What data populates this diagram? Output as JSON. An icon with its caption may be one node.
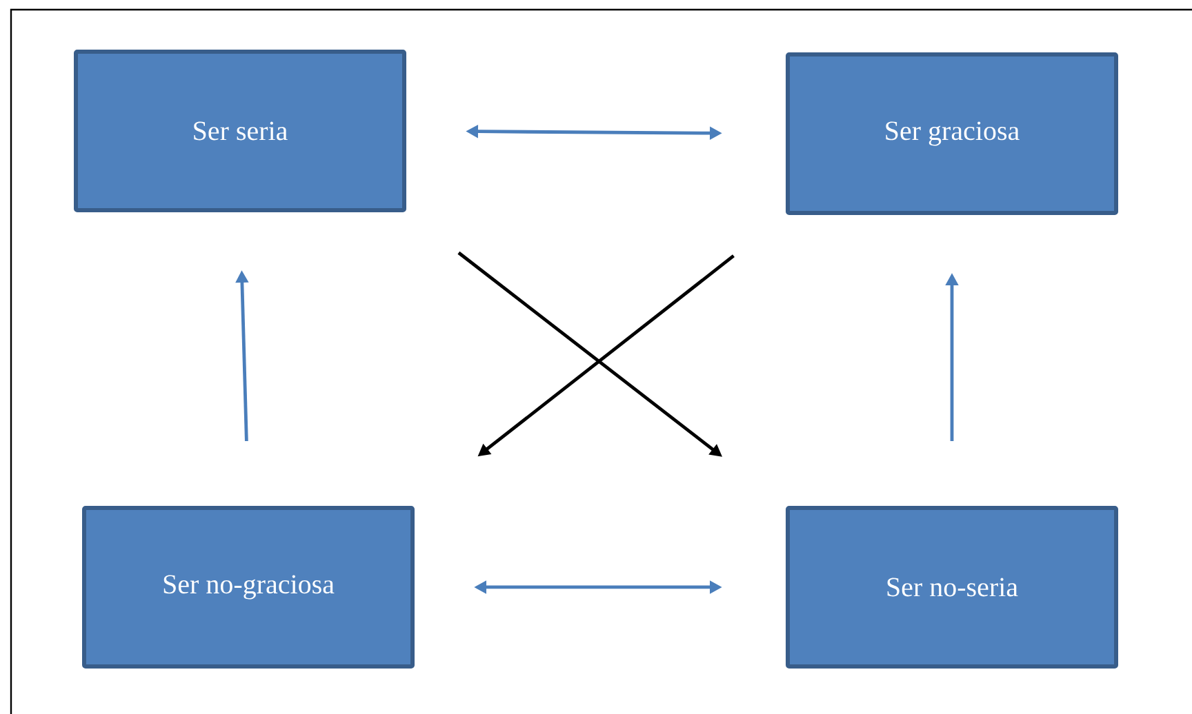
{
  "diagram": {
    "nodes": [
      {
        "text": [
          "Ser seria"
        ]
      },
      {
        "text": [
          "Ser graciosa"
        ]
      },
      {
        "text": [
          "Ser no-graciosa"
        ]
      },
      {
        "text": [
          "Ser no-seria"
        ]
      }
    ],
    "edges": [
      {
        "from": 0,
        "to": 1,
        "arrow": "both"
      },
      {
        "from": 2,
        "to": 0,
        "arrow": "to"
      },
      {
        "from": 3,
        "to": 1,
        "arrow": "to"
      },
      {
        "from": 0,
        "to": 3,
        "arrow": "to",
        "color": "#000000"
      },
      {
        "from": 1,
        "to": 2,
        "arrow": "to",
        "color": "#000000"
      },
      {
        "from": 2,
        "to": 3,
        "arrow": "both"
      }
    ]
  }
}
